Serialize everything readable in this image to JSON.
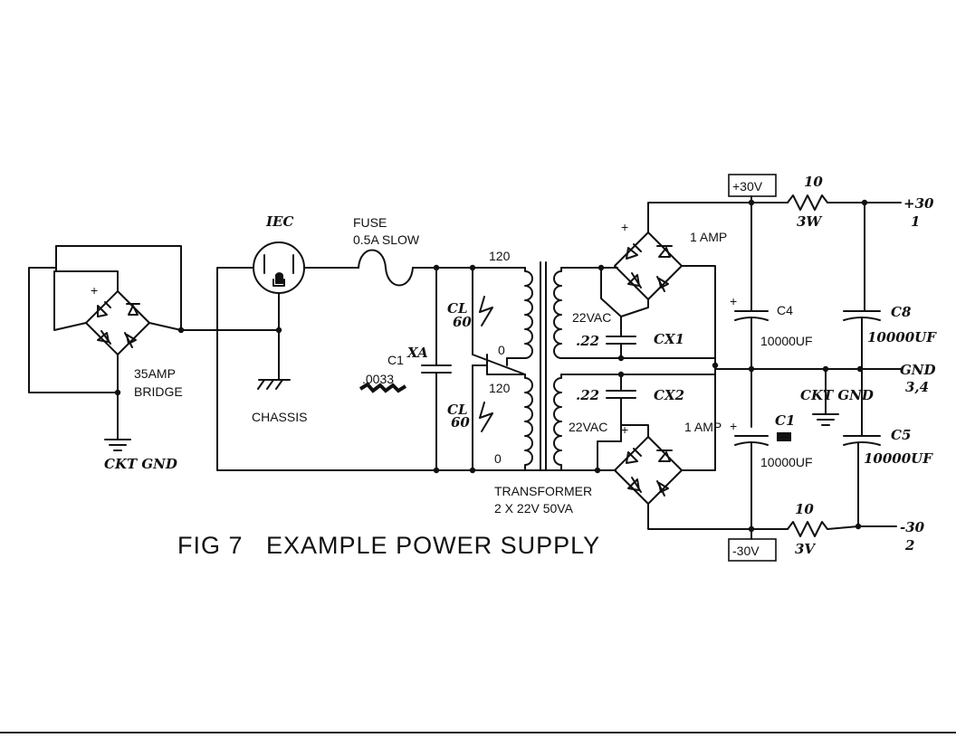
{
  "figure": {
    "title": "FIG 7   EXAMPLE POWER SUPPLY"
  },
  "labels": {
    "iec": "IEC",
    "fuse": "FUSE",
    "fuse_rating": "0.5A SLOW",
    "chassis": "CHASSIS",
    "bridge_main": "35AMP",
    "bridge_main2": "BRIDGE",
    "ckt_gnd_left": "CKT GND",
    "c1xa": "C1",
    "c1xa_hand": "XA",
    "c1xa_value": ".0033",
    "cl_top": "CL",
    "cl_top_value": "60",
    "cl_bottom": "CL",
    "cl_bottom_value": "60",
    "tap_120_top": "120",
    "tap_0_top": "0",
    "tap_120_bottom": "120",
    "tap_0_bottom": "0",
    "transformer": "TRANSFORMER",
    "transformer_rating": "2 X 22V  50VA",
    "sec_top": "22VAC",
    "sec_bottom": "22VAC",
    "cx1_value": ".22",
    "cx1": "CX1",
    "cx2_value": ".22",
    "cx2": "CX2",
    "bridge_top_rating": "1 AMP",
    "bridge_bottom_rating": "1 AMP",
    "plus_rail": "+30V",
    "minus_rail": "-30V",
    "c4": "C4",
    "c4_value": "10000UF",
    "c1": "C1",
    "c1_value": "10000UF",
    "c8": "C8",
    "c8_value": "10000UF",
    "c5": "C5",
    "c5_value": "10000UF",
    "r_top_value": "10",
    "r_top_power": "3W",
    "r_bottom_value": "10",
    "r_bottom_power": "3V",
    "ckt_gnd_mid": "CKT GND",
    "out_plus": "+30",
    "out_plus_pin": "1",
    "out_gnd": "GND",
    "out_gnd_pins": "3,4",
    "out_minus": "-30",
    "out_minus_pin": "2",
    "plus_mark": "+"
  }
}
